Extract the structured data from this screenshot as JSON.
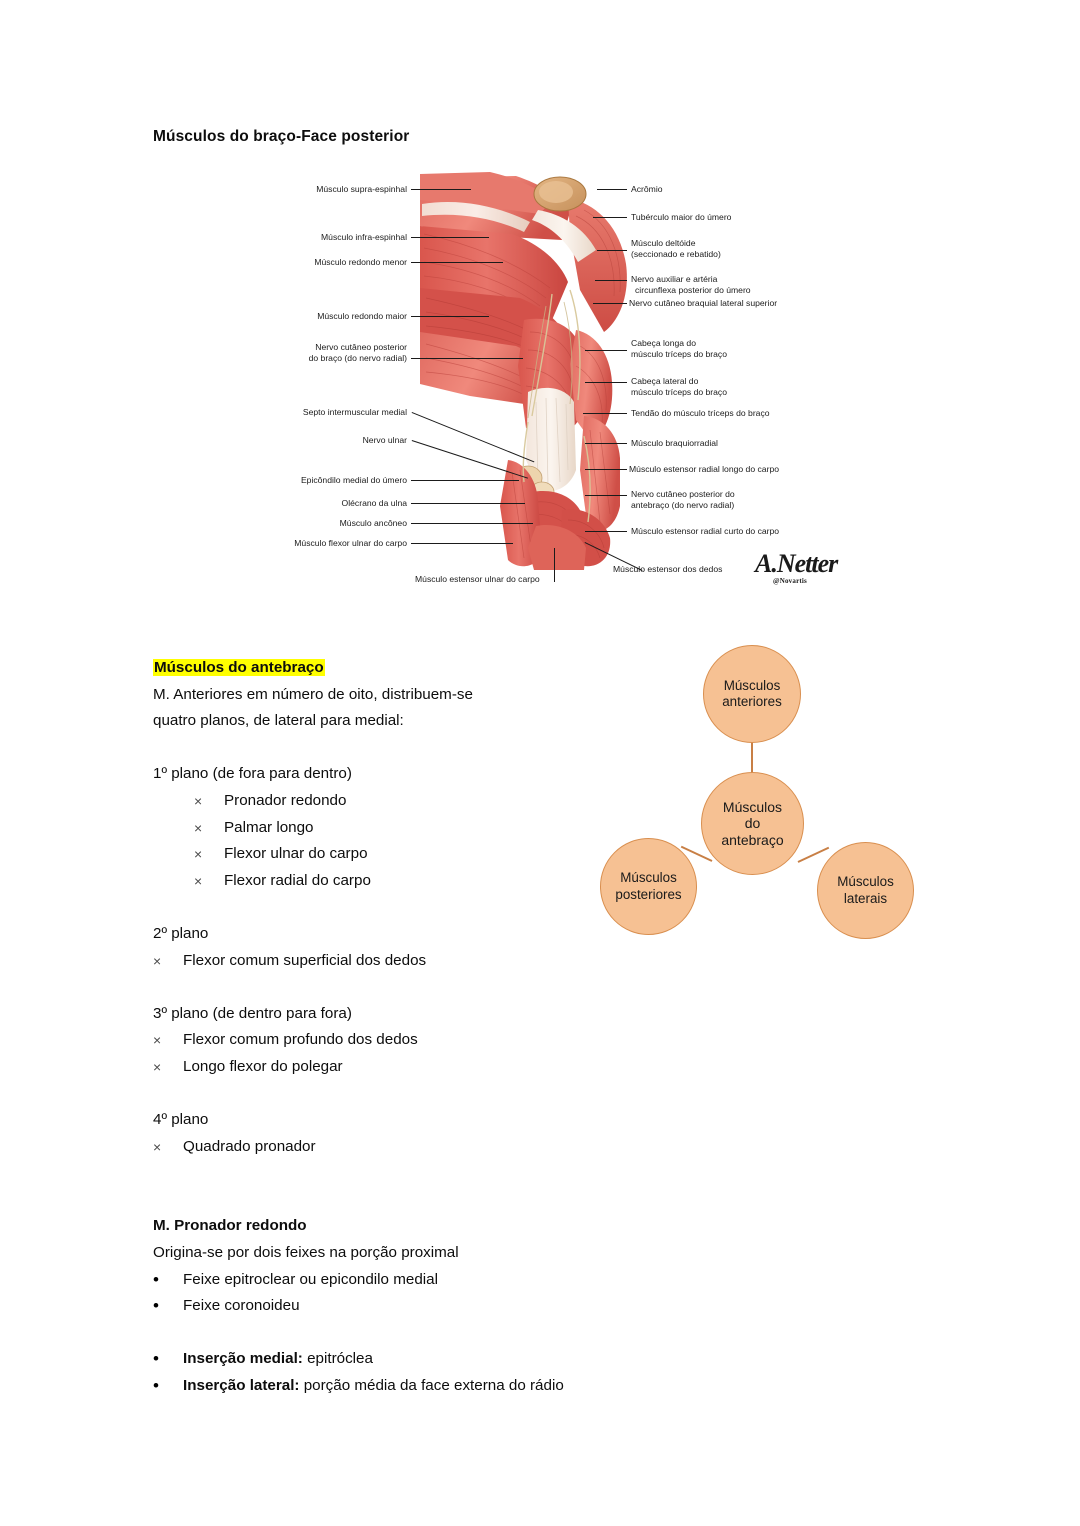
{
  "document": {
    "title": "Músculos do braço-Face posterior"
  },
  "figure": {
    "signature_mark": "A.Netter",
    "signature_sub": "@Novartis",
    "left_labels": [
      {
        "text": "Músculo supra-espinhal"
      },
      {
        "text": "Músculo infra-espinhal"
      },
      {
        "text": "Músculo redondo menor"
      },
      {
        "text": "Músculo redondo maior"
      },
      {
        "text": "Nervo cutâneo posterior"
      },
      {
        "text": "do braço (do nervo radial)"
      },
      {
        "text": "Septo intermuscular medial"
      },
      {
        "text": "Nervo ulnar"
      },
      {
        "text": "Epicôndilo medial do úmero"
      },
      {
        "text": "Olécrano da ulna"
      },
      {
        "text": "Músculo ancôneo"
      },
      {
        "text": "Músculo flexor ulnar do carpo"
      }
    ],
    "right_labels": [
      {
        "text": "Acrômio"
      },
      {
        "text": "Tubérculo maior do úmero"
      },
      {
        "text": "Músculo deltóide"
      },
      {
        "text": "(seccionado e rebatido)"
      },
      {
        "text": "Nervo auxiliar e artéria"
      },
      {
        "text": "circunflexa posterior do úmero"
      },
      {
        "text": "Nervo cutâneo braquial lateral superior"
      },
      {
        "text": "Cabeça longa do"
      },
      {
        "text": "músculo tríceps do braço"
      },
      {
        "text": "Cabeça lateral do"
      },
      {
        "text": "músculo tríceps do braço"
      },
      {
        "text": "Tendão do músculo tríceps do braço"
      },
      {
        "text": "Músculo braquiorradial"
      },
      {
        "text": "Músculo estensor radial longo do carpo"
      },
      {
        "text": "Nervo cutâneo posterior do"
      },
      {
        "text": "antebraço (do nervo radial)"
      },
      {
        "text": "Músculo estensor radial curto do carpo"
      },
      {
        "text": "Músculo estensor dos dedos"
      }
    ],
    "bottom_labels": [
      {
        "text": "Músculo estensor ulnar do carpo"
      }
    ]
  },
  "content": {
    "heading_forearm": "Músculos do antebraço",
    "intro_line1": "M. Anteriores em número de oito, distribuem-se",
    "intro_line2": "quatro planos, de lateral para medial:",
    "plane1_title": "1º plano (de fora para dentro)",
    "plane1_items": [
      "Pronador redondo",
      "Palmar longo",
      "Flexor ulnar do carpo",
      "Flexor radial do carpo"
    ],
    "plane2_title": "2º plano",
    "plane2_items": [
      "Flexor comum superficial dos dedos"
    ],
    "plane3_title": "3º plano (de dentro para fora)",
    "plane3_items": [
      "Flexor comum profundo dos dedos",
      "Longo flexor do polegar"
    ],
    "plane4_title": "4º plano",
    "plane4_items": [
      "Quadrado pronador"
    ],
    "pronador_heading": "M. Pronador redondo",
    "pronador_intro": "Origina-se por dois feixes na porção proximal",
    "pronador_items": [
      "Feixe epitroclear ou epicondilo medial",
      "Feixe coronoideu"
    ],
    "insertion_items": [
      {
        "label": "Inserção medial:",
        "value": " epitróclea"
      },
      {
        "label": "Inserção lateral:",
        "value": " porção média da face externa do rádio"
      }
    ],
    "bullet_cross": "×",
    "bullet_dot": "•"
  },
  "diagram": {
    "nodes": {
      "anterior": "Músculos\nanteriores",
      "anterior_line1": "Músculos",
      "anterior_line2": "anteriores",
      "central_line1": "Músculos",
      "central_line2": "do",
      "central_line3": "antebraço",
      "posterior_line1": "Músculos",
      "posterior_line2": "posteriores",
      "lateral_line1": "Músculos",
      "lateral_line2": "laterais"
    },
    "colors": {
      "fill": "#f6c193",
      "stroke": "#d98f4f",
      "edge": "#c87f45"
    }
  }
}
